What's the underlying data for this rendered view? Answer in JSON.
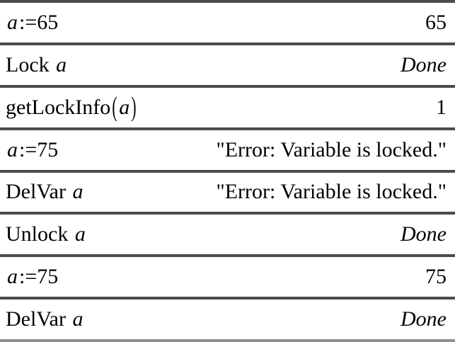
{
  "app": {
    "description_label": "calculator-history"
  },
  "colors": {
    "separator": "#4c4c4c",
    "bottom_border": "#8f8f8f",
    "text": "#000000",
    "background": "#ffffff"
  },
  "icons": {
    "open_paren": "(",
    "close_paren": ")"
  },
  "rows": [
    {
      "pre": "",
      "open_paren": "",
      "var": "a",
      "close_paren": "",
      "post": ":=65",
      "output_normal": "65",
      "output_italic": ""
    },
    {
      "pre": "Lock ",
      "open_paren": "",
      "var": "a",
      "close_paren": "",
      "post": "",
      "output_normal": "",
      "output_italic": "Done"
    },
    {
      "pre": "getLockInfo",
      "open_paren": "(",
      "var": "a",
      "close_paren": ")",
      "post": "",
      "output_normal": "1",
      "output_italic": ""
    },
    {
      "pre": "",
      "open_paren": "",
      "var": "a",
      "close_paren": "",
      "post": ":=75",
      "output_normal": "\"Error: Variable is locked.\"",
      "output_italic": ""
    },
    {
      "pre": "DelVar ",
      "open_paren": "",
      "var": "a",
      "close_paren": "",
      "post": "",
      "output_normal": "\"Error: Variable is locked.\"",
      "output_italic": ""
    },
    {
      "pre": "Unlock ",
      "open_paren": "",
      "var": "a",
      "close_paren": "",
      "post": "",
      "output_normal": "",
      "output_italic": "Done"
    },
    {
      "pre": "",
      "open_paren": "",
      "var": "a",
      "close_paren": "",
      "post": ":=75",
      "output_normal": "75",
      "output_italic": ""
    },
    {
      "pre": "DelVar ",
      "open_paren": "",
      "var": "a",
      "close_paren": "",
      "post": "",
      "output_normal": "",
      "output_italic": "Done"
    }
  ]
}
